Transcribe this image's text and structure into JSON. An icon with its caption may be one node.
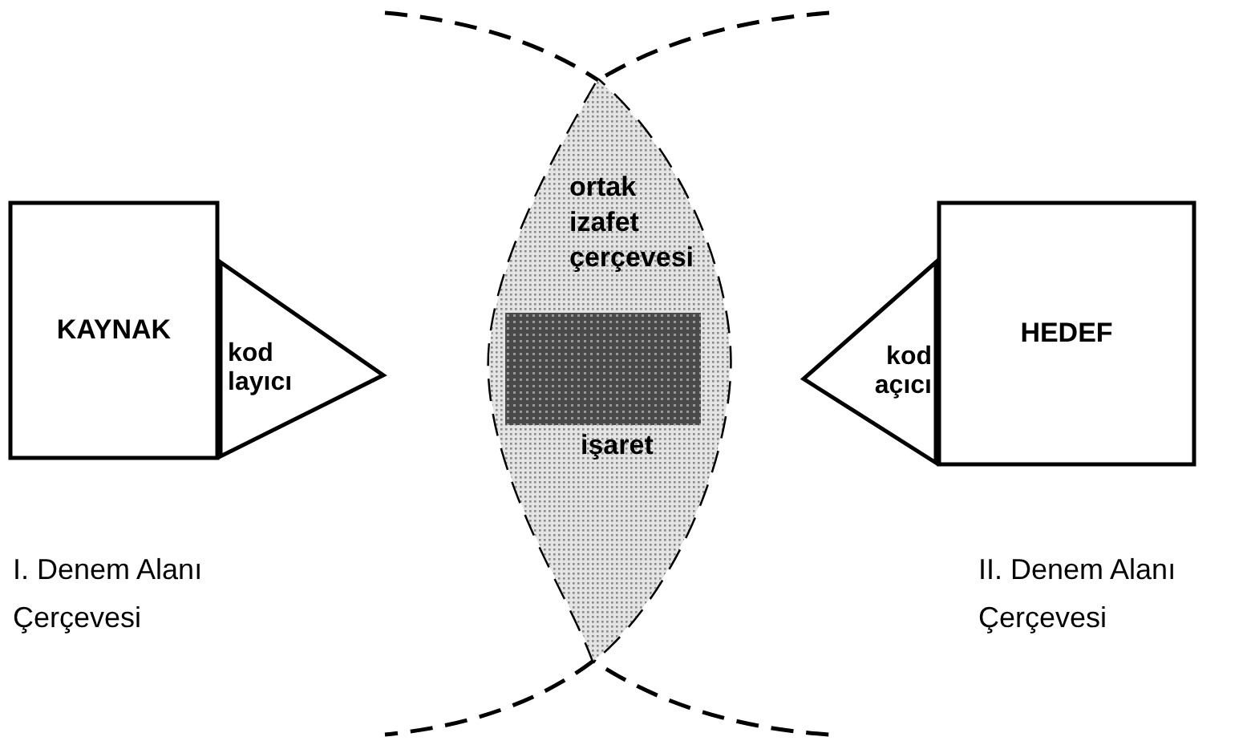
{
  "diagram": {
    "nodes": [
      {
        "text": [
          "KAYNAK"
        ]
      },
      {
        "text": [
          "kod layıcı"
        ]
      },
      {
        "text": [
          "ortak izafet çerçevesi",
          "işaret"
        ]
      },
      {
        "text": [],
        "shape": "box",
        "in": 2
      },
      {
        "text": [
          "kod açıcı"
        ]
      },
      {
        "text": [
          "HEDEF"
        ]
      }
    ],
    "labels": [
      "I. Denem Alanı Çerçevesi",
      "II. Denem Alanı Çerçevesi"
    ]
  }
}
